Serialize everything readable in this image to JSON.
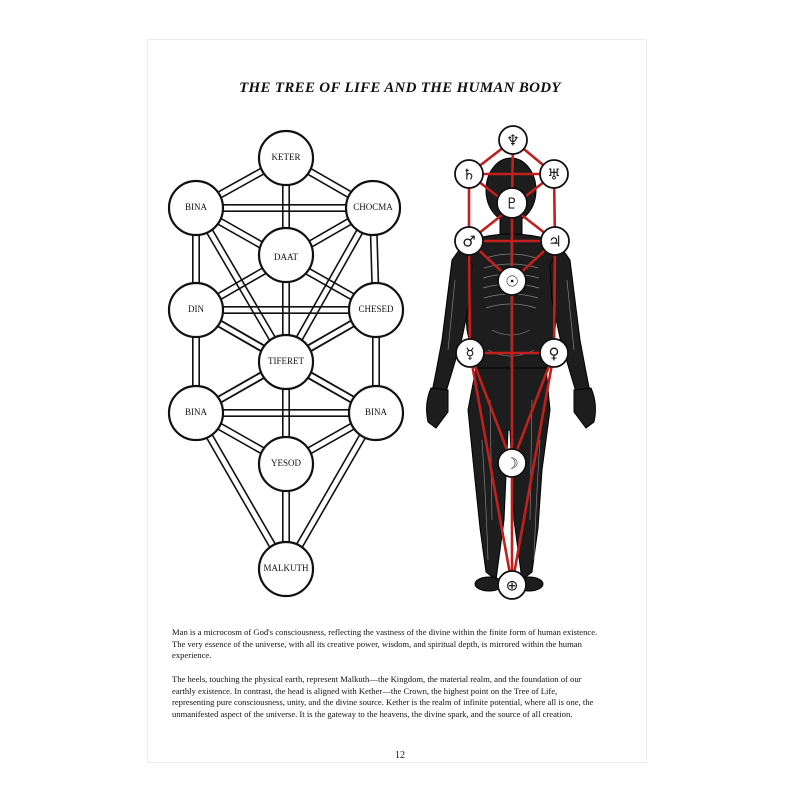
{
  "title": "THE TREE OF LIFE AND THE HUMAN BODY",
  "tree_nodes": [
    {
      "id": "keter",
      "label": "KETER"
    },
    {
      "id": "chocma",
      "label": "CHOCMA"
    },
    {
      "id": "bina-top",
      "label": "BINA"
    },
    {
      "id": "daat",
      "label": "DAAT"
    },
    {
      "id": "chesed",
      "label": "CHESED"
    },
    {
      "id": "din",
      "label": "DIN"
    },
    {
      "id": "tiferet",
      "label": "TIFERET"
    },
    {
      "id": "bina-right",
      "label": "BINA"
    },
    {
      "id": "bina-left",
      "label": "BINA"
    },
    {
      "id": "yesod",
      "label": "YESOD"
    },
    {
      "id": "malkuth",
      "label": "MALKUTH"
    }
  ],
  "body_symbols": [
    {
      "id": "neptune",
      "glyph": "♆"
    },
    {
      "id": "saturn",
      "glyph": "♄"
    },
    {
      "id": "uranus",
      "glyph": "♅"
    },
    {
      "id": "pluto",
      "glyph": "♇"
    },
    {
      "id": "mars",
      "glyph": "♂"
    },
    {
      "id": "jupiter",
      "glyph": "♃"
    },
    {
      "id": "sun",
      "glyph": "☉"
    },
    {
      "id": "mercury",
      "glyph": "☿"
    },
    {
      "id": "venus",
      "glyph": "♀"
    },
    {
      "id": "moon",
      "glyph": "☽"
    },
    {
      "id": "earth",
      "glyph": "⊕"
    }
  ],
  "paragraphs": [
    "Man is a microcosm of God's consciousness, reflecting the vastness of the divine within the finite form of human existence. The very essence of the universe, with all its creative power, wisdom, and spiritual depth, is mirrored within the human experience.",
    "The heels, touching the physical earth, represent Malkuth—the Kingdom, the material realm, and the foundation of our earthly existence. In contrast, the head is aligned with Kether—the Crown, the highest point on the Tree of Life, representing pure consciousness, unity, and the divine source. Kether is the realm of infinite potential, where all is one, the unmanifested aspect of the universe. It is the gateway to the heavens, the divine spark, and the source of all creation."
  ],
  "page_number": "12",
  "colors": {
    "ink": "#111111",
    "red_path": "#c0201e",
    "paper": "#ffffff"
  }
}
